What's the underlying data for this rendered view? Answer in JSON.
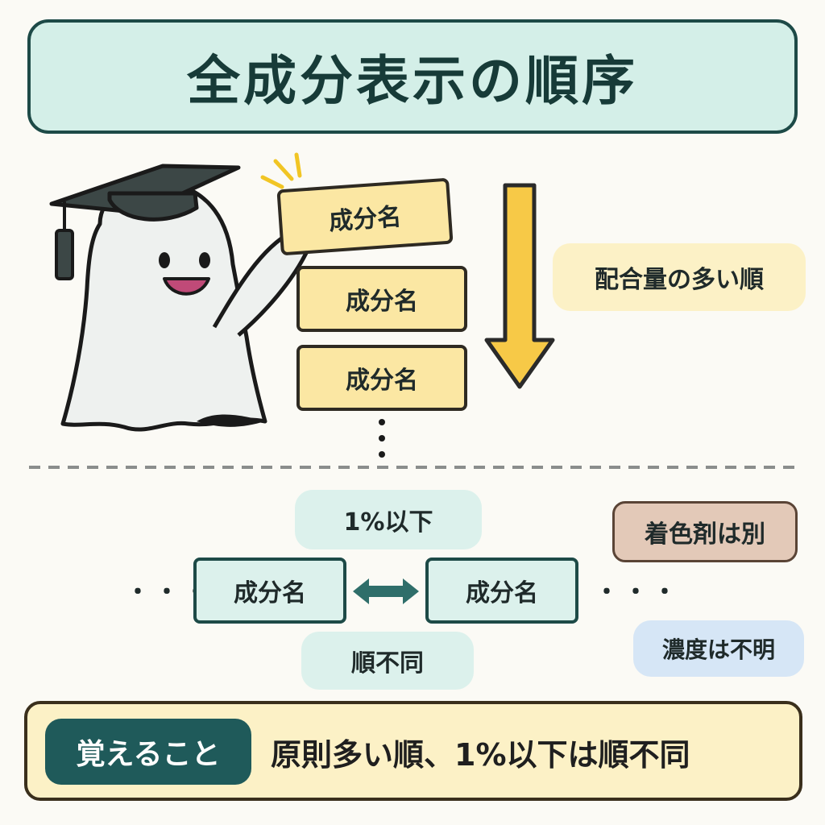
{
  "title": "全成分表示の順序",
  "ingredient_stack": [
    "成分名",
    "成分名",
    "成分名"
  ],
  "order_label": "配合量の多い順",
  "under_one_percent": {
    "label_top": "1%以下",
    "items": [
      "成分名",
      "成分名"
    ],
    "label_bottom": "順不同"
  },
  "ellipsis": "・・・",
  "notes": {
    "colorant": "着色剤は別",
    "concentration": "濃度は不明"
  },
  "summary": {
    "badge": "覚えること",
    "text": "原則多い順、1%以下は順不同"
  },
  "colors": {
    "accent_teal": "#1f5a5a",
    "arrow_yellow": "#f7c947",
    "chip_yellow": "#fbe7a3",
    "mint": "#dcf1ec"
  },
  "icons": [
    "ghost-mascot-icon",
    "graduation-cap-icon",
    "down-arrow-icon",
    "double-arrow-icon"
  ]
}
